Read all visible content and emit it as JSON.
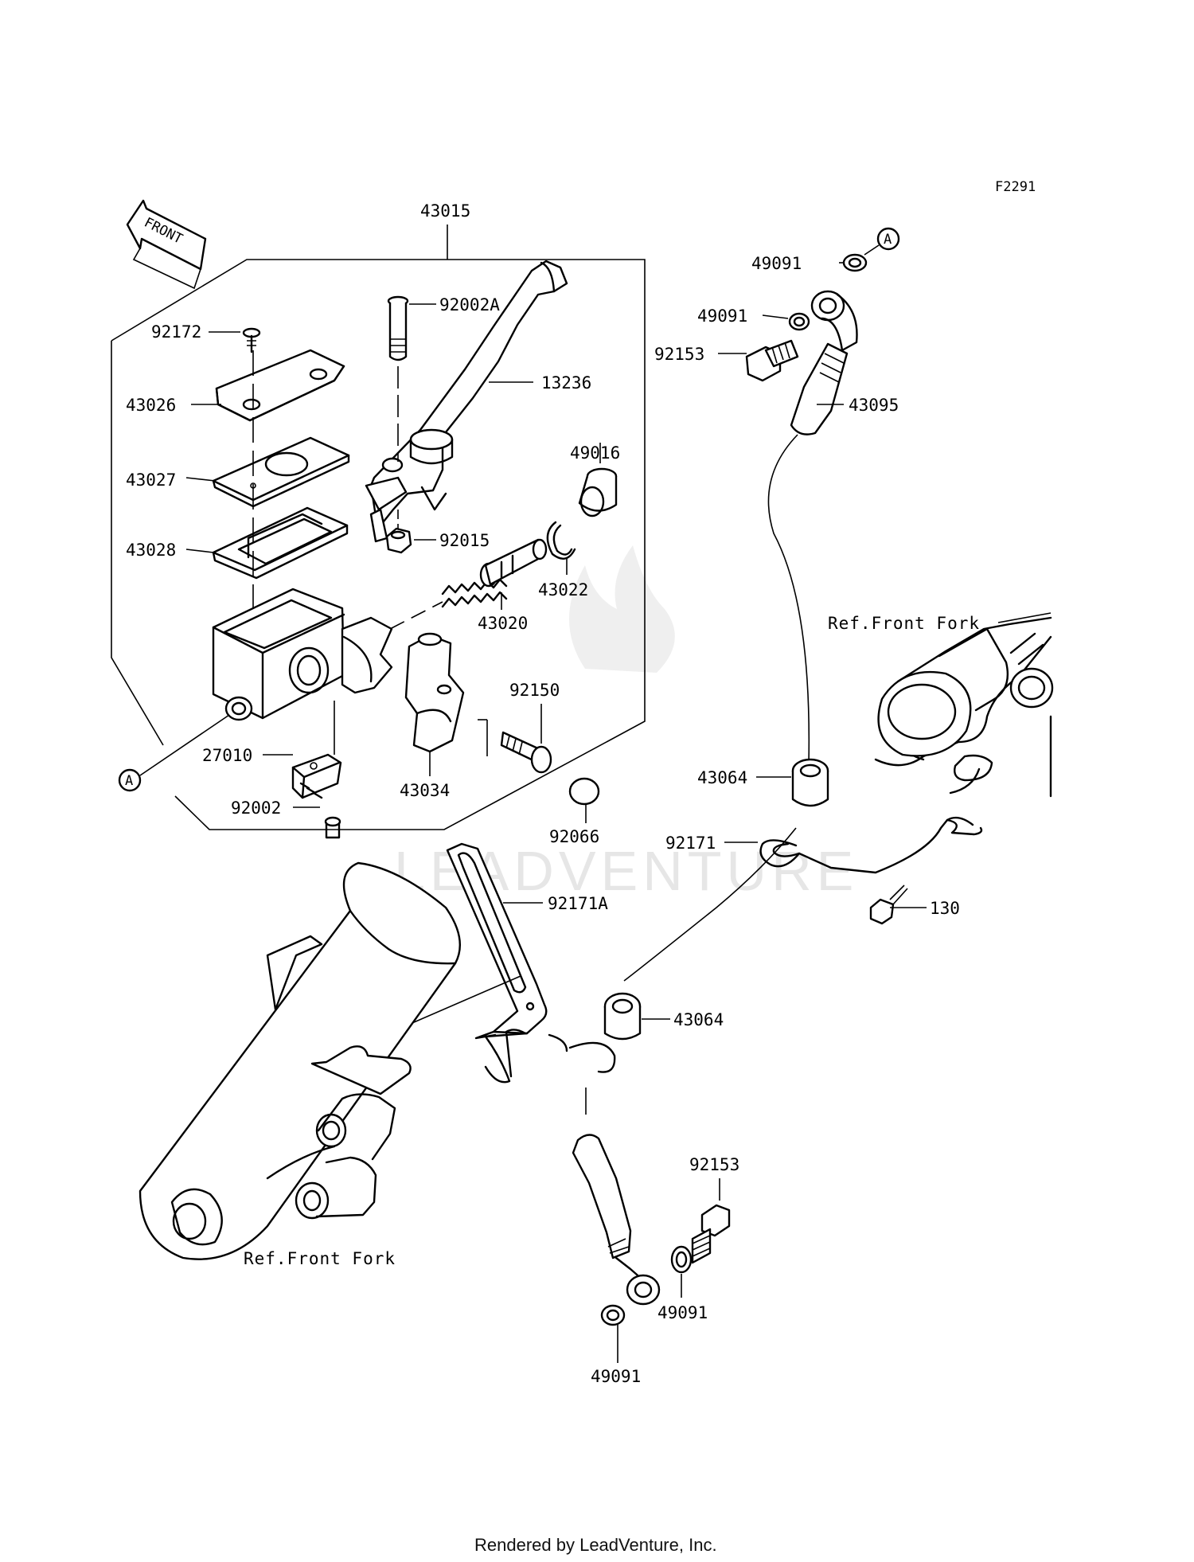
{
  "figure_code": "F2291",
  "front_label": "FRONT",
  "callout_a": "A",
  "labels": {
    "p43015": "43015",
    "p92002A": "92002A",
    "p92172": "92172",
    "p13236": "13236",
    "p43026": "43026",
    "p49016": "49016",
    "p43027": "43027",
    "p92015": "92015",
    "p43028": "43028",
    "p43022": "43022",
    "p43020": "43020",
    "p92150": "92150",
    "p27010": "27010",
    "p43034": "43034",
    "p92002": "92002",
    "p92066": "92066",
    "p49091_top": "49091",
    "p49091_mid": "49091",
    "p92153_top": "92153",
    "p43095": "43095",
    "p43064_upper": "43064",
    "p92171": "92171",
    "p130": "130",
    "p92171A": "92171A",
    "p43064_lower": "43064",
    "p92153_bottom": "92153",
    "p49091_bottom_right": "49091",
    "p49091_bottom": "49091"
  },
  "ref_front_fork_right": "Ref.Front Fork",
  "ref_front_fork_left": "Ref.Front Fork",
  "watermark": "LEADVENTURE",
  "footer": "Rendered by LeadVenture, Inc."
}
